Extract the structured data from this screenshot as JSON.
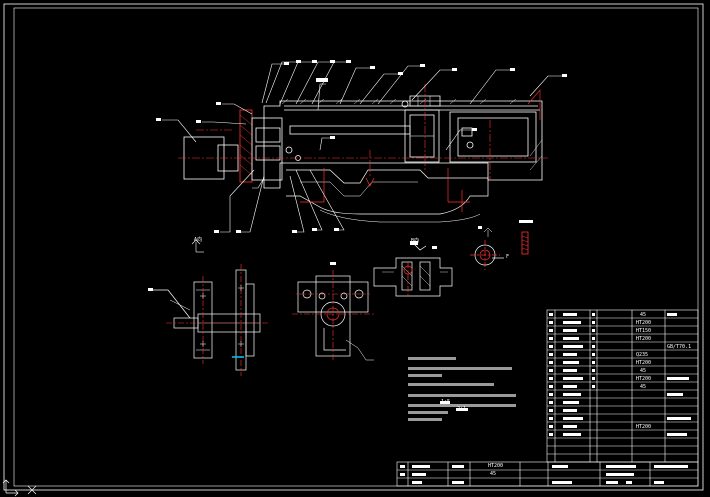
{
  "labels": {
    "view_a": "A向",
    "view_b": "B向",
    "arrow_f": "F",
    "scale_a": "1:5",
    "scale_b": "2:1"
  },
  "title_block": {
    "material_45": "45",
    "material_ht": "HT200"
  },
  "bom": {
    "materials": [
      "45",
      "HT200",
      "HT150",
      "HT200",
      "Q235",
      "HT200",
      "45",
      "HT200",
      "45",
      "HT200"
    ],
    "standard": "GB/T70.1"
  },
  "colors": {
    "background": "#000000",
    "line": "#ffffff",
    "centerline": "#ff2222",
    "dimension": "#00c8ff"
  }
}
